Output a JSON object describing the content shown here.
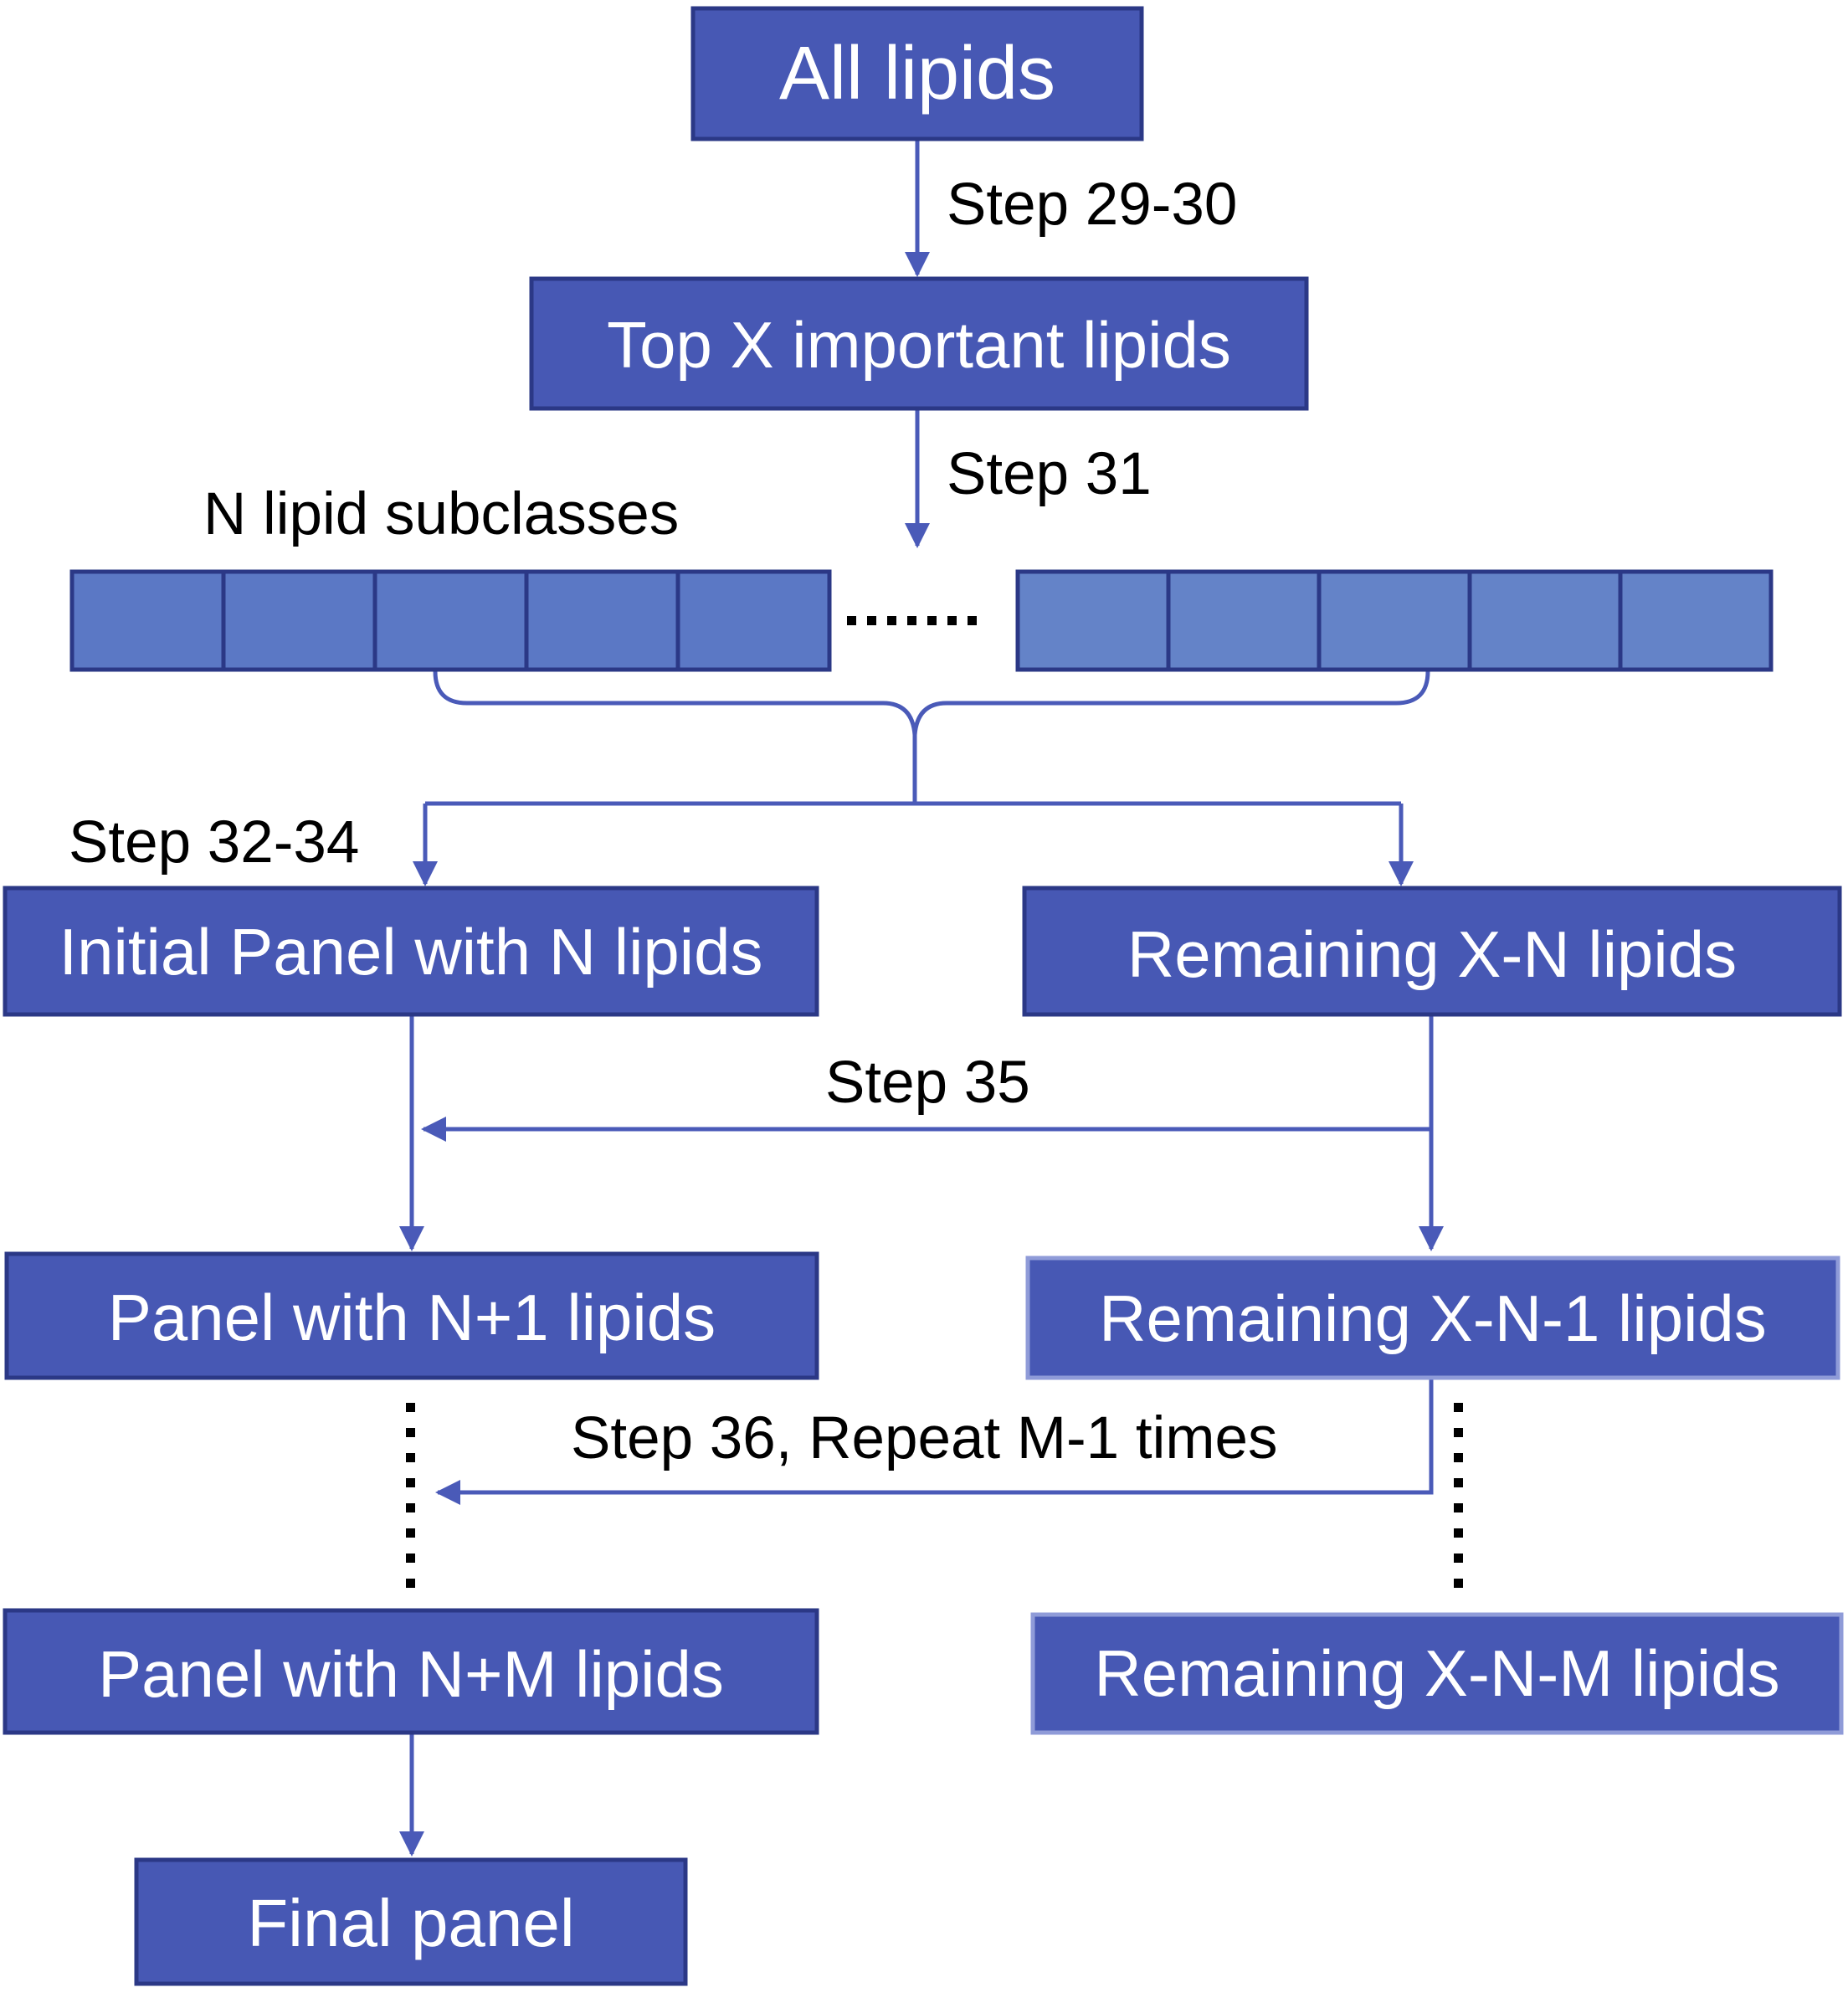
{
  "boxes": {
    "all_lipids": "All lipids",
    "top_x": "Top X important lipids",
    "initial_panel": "Initial Panel with N lipids",
    "remaining_xn": "Remaining X-N lipids",
    "panel_n1": "Panel with N+1 lipids",
    "remaining_xn1": "Remaining X-N-1 lipids",
    "panel_nm": "Panel with N+M lipids",
    "remaining_xnm": "Remaining X-N-M lipids",
    "final_panel": "Final panel"
  },
  "labels": {
    "step_29_30": "Step 29-30",
    "step_31": "Step 31",
    "n_lipid_subclasses": "N lipid subclasses",
    "step_32_34": "Step 32-34",
    "step_35": "Step 35",
    "step_36": "Step 36, Repeat M-1 times"
  },
  "colors": {
    "box_fill": "#4758b4",
    "box_border": "#2b3886",
    "cell_fill": "#5b78c5",
    "cell_fill_right": "#6483c8",
    "arrow": "#4a5ab8",
    "text_on_box": "#ffffff",
    "dots": "#000000"
  }
}
